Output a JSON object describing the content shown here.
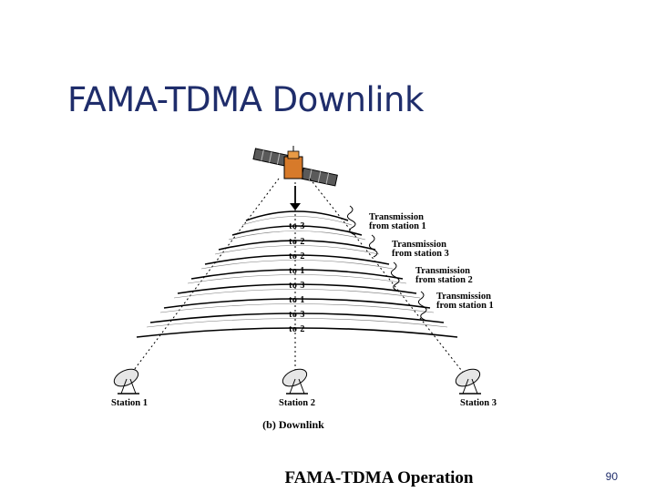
{
  "slide": {
    "title": "FAMA-TDMA Downlink",
    "page_number": "90"
  },
  "diagram": {
    "slots": [
      "to 3",
      "to 2",
      "to 2",
      "to 1",
      "to 3",
      "to 1",
      "to 3",
      "to 2"
    ],
    "transmissions": [
      {
        "line1": "Transmission",
        "line2": "from station 1"
      },
      {
        "line1": "Transmission",
        "line2": "from station 3"
      },
      {
        "line1": "Transmission",
        "line2": "from station 2"
      },
      {
        "line1": "Transmission",
        "line2": "from station 1"
      }
    ],
    "stations": [
      "Station 1",
      "Station 2",
      "Station 3"
    ],
    "subcaption": "(b) Downlink",
    "caption": "FAMA-TDMA Operation"
  },
  "colors": {
    "title": "#1f2d6b",
    "line": "#000000",
    "satellite_body": "#d77a2a",
    "solar_panel": "#5a5a5a"
  }
}
